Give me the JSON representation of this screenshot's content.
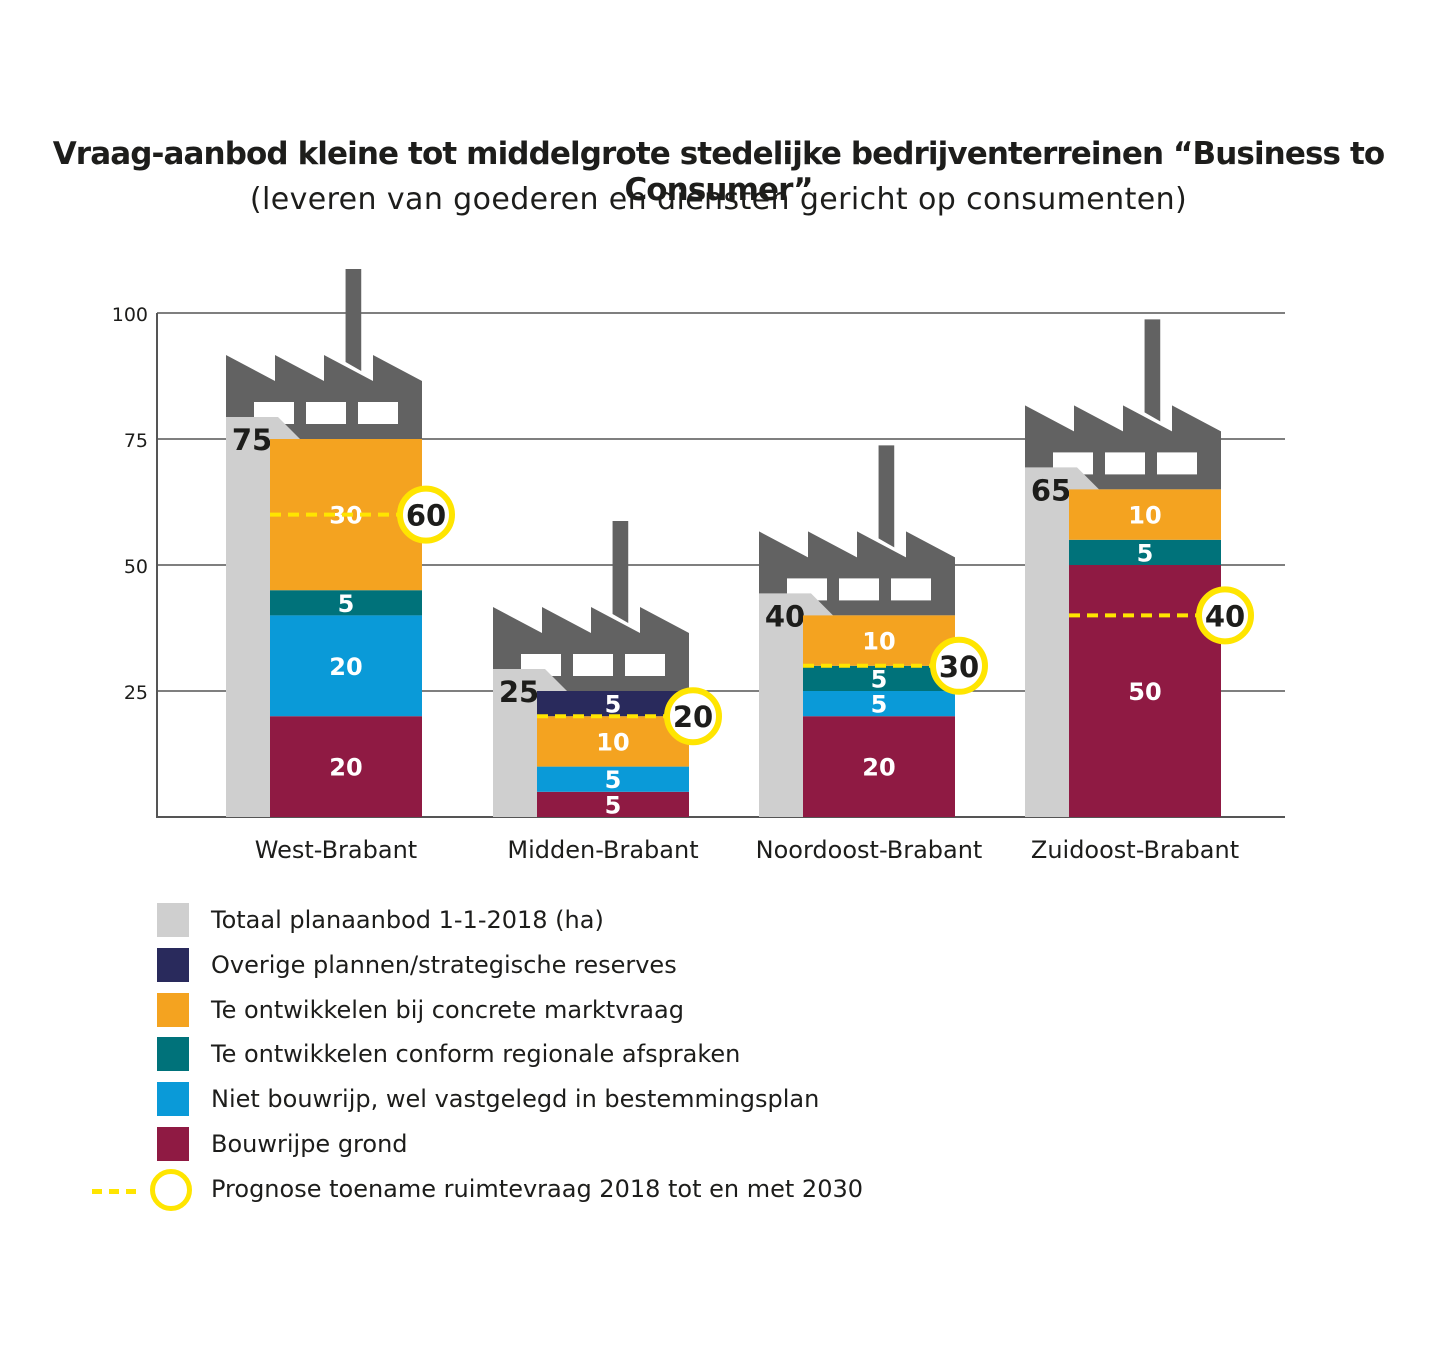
{
  "title": "Vraag-aanbod kleine tot middelgrote stedelijke bedrijventerreinen “Business to Consumer”",
  "subtitle": "(leveren van goederen en diensten gericht op consumenten)",
  "colors": {
    "total": "#cfcfcf",
    "overige": "#292a5c",
    "markt": "#f4a320",
    "regionaal": "#00727a",
    "nietbouwrijp": "#0a9ad8",
    "bouwrijp": "#8f1a43",
    "prognose": "#ffe500",
    "factory": "#626262"
  },
  "legend": [
    {
      "label": "Totaal planaanbod 1-1-2018 (ha)",
      "color": "#cfcfcf"
    },
    {
      "label": "Overige plannen/strategische reserves",
      "color": "#292a5c"
    },
    {
      "label": "Te ontwikkelen bij concrete marktvraag",
      "color": "#f4a320"
    },
    {
      "label": "Te ontwikkelen conform regionale afspraken",
      "color": "#00727a"
    },
    {
      "label": "Niet bouwrijp, wel vastgelegd in bestemmingsplan",
      "color": "#0a9ad8"
    },
    {
      "label": "Bouwrijpe grond",
      "color": "#8f1a43"
    }
  ],
  "prognose_label": "Prognose toename ruimtevraag 2018 tot en met 2030",
  "chart_data": {
    "type": "bar",
    "stacked": true,
    "ylim": [
      0,
      100
    ],
    "yticks": [
      25,
      50,
      75,
      100
    ],
    "grid": true,
    "legend_position": "bottom",
    "categories": [
      "West-Brabant",
      "Midden-Brabant",
      "Noordoost-Brabant",
      "Zuidoost-Brabant"
    ],
    "series": [
      {
        "name": "Totaal planaanbod 1-1-2018 (ha)",
        "values": [
          75,
          25,
          40,
          65
        ]
      },
      {
        "name": "Bouwrijpe grond",
        "values": [
          20,
          5,
          20,
          50
        ]
      },
      {
        "name": "Niet bouwrijp, wel vastgelegd in bestemmingsplan",
        "values": [
          20,
          5,
          5,
          0
        ]
      },
      {
        "name": "Te ontwikkelen conform regionale afspraken",
        "values": [
          5,
          0,
          5,
          5
        ]
      },
      {
        "name": "Te ontwikkelen bij concrete marktvraag",
        "values": [
          30,
          10,
          10,
          10
        ]
      },
      {
        "name": "Overige plannen/strategische reserves",
        "values": [
          0,
          5,
          0,
          0
        ]
      },
      {
        "name": "Prognose toename ruimtevraag 2018 tot en met 2030",
        "values": [
          60,
          20,
          30,
          40
        ]
      }
    ]
  }
}
